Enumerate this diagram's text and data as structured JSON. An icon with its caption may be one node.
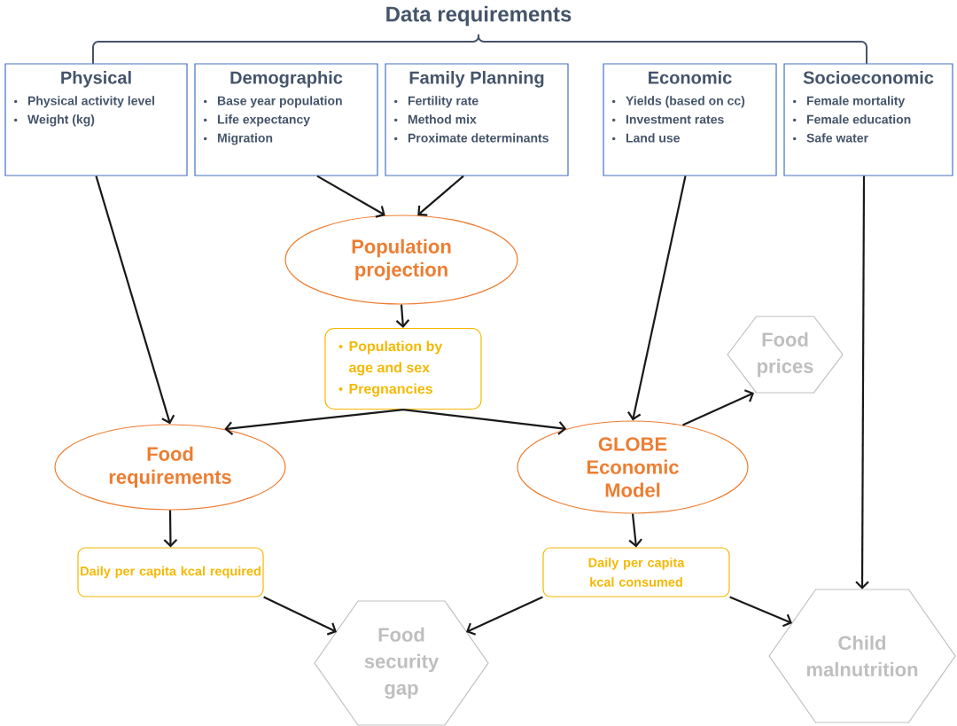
{
  "diagram": {
    "title": "Data requirements",
    "nodes": [
      {
        "text": [
          "Physical",
          "Physical activity level",
          "Weight (kg)"
        ]
      },
      {
        "text": [
          "Demographic",
          "Base year population",
          "Life expectancy",
          "Migration"
        ]
      },
      {
        "text": [
          "Family Planning",
          "Fertility rate",
          "Method mix",
          "Proximate determinants"
        ]
      },
      {
        "text": [
          "Economic",
          "Yields (based on cc)",
          "Investment rates",
          "Land use"
        ]
      },
      {
        "text": [
          "Socioeconomic",
          "Female mortality",
          "Female education",
          "Safe water"
        ]
      },
      {
        "text": [
          "Population projection"
        ]
      },
      {
        "text": [
          "Population by age and sex",
          "Pregnancies"
        ]
      },
      {
        "text": [
          "Food requirements"
        ]
      },
      {
        "text": [
          "GLOBE Economic Model"
        ]
      },
      {
        "text": [
          "Food prices"
        ]
      },
      {
        "text": [
          "Daily per capita kcal required"
        ]
      },
      {
        "text": [
          "Daily per capita kcal consumed"
        ]
      },
      {
        "text": [
          "Food security gap"
        ]
      },
      {
        "text": [
          "Child malnutrition"
        ]
      }
    ],
    "edges": [
      {
        "from": 0,
        "to": 7,
        "arrow": "to"
      },
      {
        "from": 1,
        "to": 5,
        "arrow": "to"
      },
      {
        "from": 2,
        "to": 5,
        "arrow": "to"
      },
      {
        "from": 3,
        "to": 8,
        "arrow": "to"
      },
      {
        "from": 4,
        "to": 13,
        "arrow": "to"
      },
      {
        "from": 5,
        "to": 6,
        "arrow": "to"
      },
      {
        "from": 6,
        "to": 7,
        "arrow": "to"
      },
      {
        "from": 6,
        "to": 8,
        "arrow": "to"
      },
      {
        "from": 8,
        "to": 9,
        "arrow": "to"
      },
      {
        "from": 7,
        "to": 10,
        "arrow": "to"
      },
      {
        "from": 8,
        "to": 11,
        "arrow": "to"
      },
      {
        "from": 10,
        "to": 12,
        "arrow": "to"
      },
      {
        "from": 11,
        "to": 12,
        "arrow": "to"
      },
      {
        "from": 11,
        "to": 13,
        "arrow": "to"
      }
    ]
  }
}
